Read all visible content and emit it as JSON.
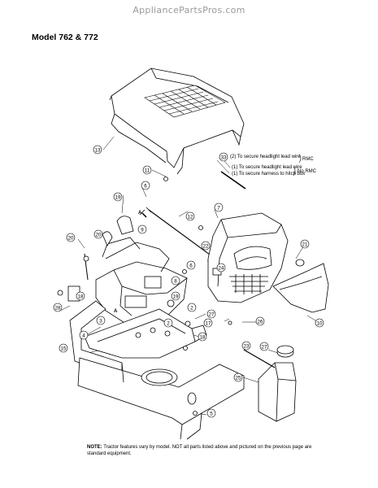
{
  "header": {
    "site": "AppliancePartsPros.com"
  },
  "title": "Model 762 & 772",
  "callouts": {
    "c33_line1": "(2) To secure headlight lead wire",
    "c33_rmc": "RMC",
    "c33_line2": "(1) To secure headlight lead wire",
    "c33_line3": "(1) To secure harness to hitch box",
    "c33_normc": "No RMC"
  },
  "part_numbers": [
    "13",
    "33",
    "11",
    "6",
    "12",
    "7",
    "19",
    "9",
    "20",
    "8",
    "21",
    "24",
    "6",
    "22",
    "10",
    "26",
    "18",
    "20",
    "27",
    "23",
    "4",
    "3",
    "2",
    "2",
    "17",
    "18",
    "15",
    "25",
    "19",
    "27",
    "28",
    "5"
  ],
  "markers": [
    "A",
    "A"
  ],
  "note": {
    "label": "NOTE:",
    "text": "Tractor features vary by model. NOT all parts listed above and pictured on the previous page are standard equipment."
  }
}
